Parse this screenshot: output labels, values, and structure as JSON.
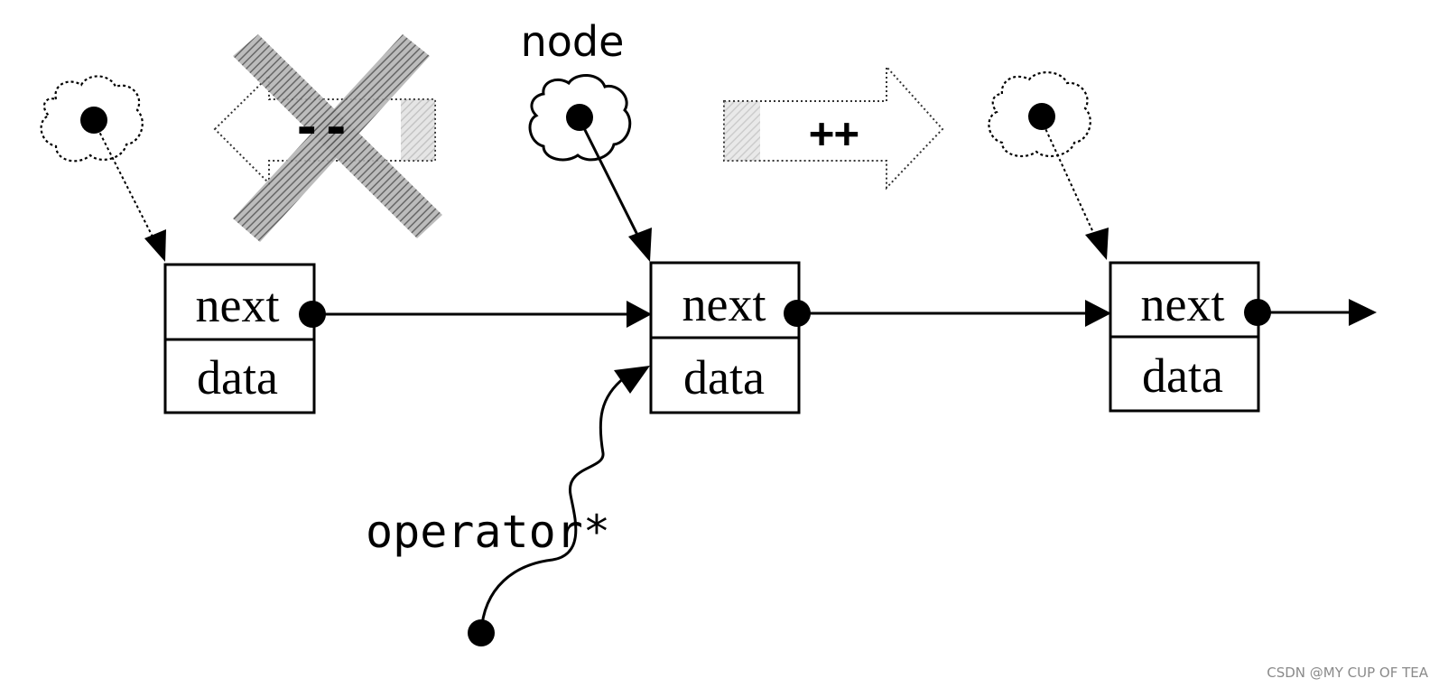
{
  "labels": {
    "node": "node",
    "operator": "operator*",
    "decrement": "--",
    "increment": "++"
  },
  "list_nodes": [
    {
      "next": "next",
      "data": "data"
    },
    {
      "next": "next",
      "data": "data"
    },
    {
      "next": "next",
      "data": "data"
    }
  ],
  "watermark": "CSDN @MY CUP OF TEA",
  "colors": {
    "ink": "#000000",
    "hatch": "#7a7a7a",
    "dotted": "#333333",
    "watermark": "#8a8a8a"
  }
}
